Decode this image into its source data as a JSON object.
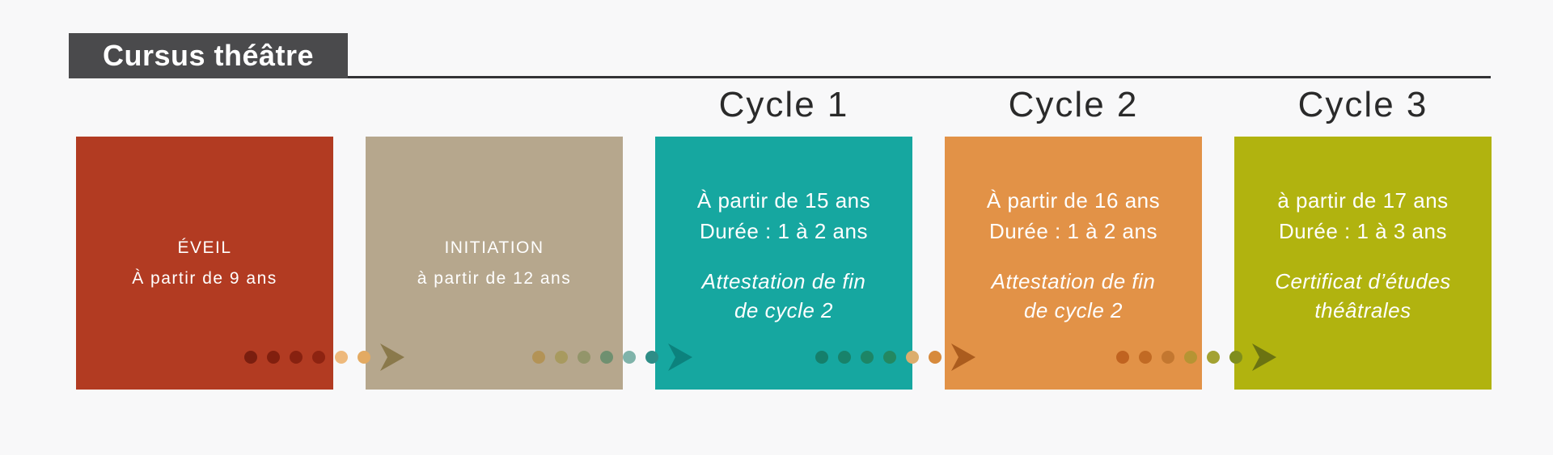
{
  "title": "Cursus théâtre",
  "colors": {
    "background": "#f8f8f9",
    "title_bg": "#4a4a4c",
    "title_text": "#ffffff",
    "rule": "#333336",
    "header_text": "#2a2a2a",
    "box_text": "#ffffff"
  },
  "stages": [
    {
      "header": "",
      "color": "#b23b22",
      "label": "ÉVEIL",
      "sub": "À partir de 9 ans"
    },
    {
      "header": "",
      "color": "#b6a78d",
      "label": "INITIATION",
      "sub": "à partir de 12 ans"
    },
    {
      "header": "Cycle 1",
      "color": "#16a7a0",
      "age": "À partir de 15 ans",
      "duration": "Durée : 1 à 2 ans",
      "award_line1": "Attestation de fin",
      "award_line2": "de cycle 2"
    },
    {
      "header": "Cycle 2",
      "color": "#e29247",
      "age": "À partir de 16 ans",
      "duration": "Durée : 1 à 2 ans",
      "award_line1": "Attestation de fin",
      "award_line2": "de cycle 2"
    },
    {
      "header": "Cycle 3",
      "color": "#b1b30f",
      "age": "à partir de 17 ans",
      "duration": "Durée : 1 à 3 ans",
      "award_line1": "Certificat d’études",
      "award_line2": "théâtrales"
    }
  ],
  "arrows": [
    {
      "from": "eveil",
      "to": "initiation",
      "dot_colors": [
        "#7a1e0f",
        "#811f0e",
        "#872110",
        "#8d2311",
        "#eeb97c",
        "#e3aa62"
      ],
      "head_color": "#8a794b"
    },
    {
      "from": "initiation",
      "to": "cycle-1",
      "dot_colors": [
        "#b39356",
        "#a89a5f",
        "#93956a",
        "#6f9070",
        "#7fb3aa",
        "#2e8d87"
      ],
      "head_color": "#0c827d"
    },
    {
      "from": "cycle-1",
      "to": "cycle-2",
      "dot_colors": [
        "#157f6b",
        "#18826a",
        "#1d8566",
        "#238861",
        "#dcae6e",
        "#d78a3c"
      ],
      "head_color": "#ab5c1e"
    },
    {
      "from": "cycle-2",
      "to": "cycle-3",
      "dot_colors": [
        "#c06320",
        "#c16a24",
        "#c37730",
        "#b69433",
        "#a3a232",
        "#7f8d1c"
      ],
      "head_color": "#6b7312"
    }
  ]
}
